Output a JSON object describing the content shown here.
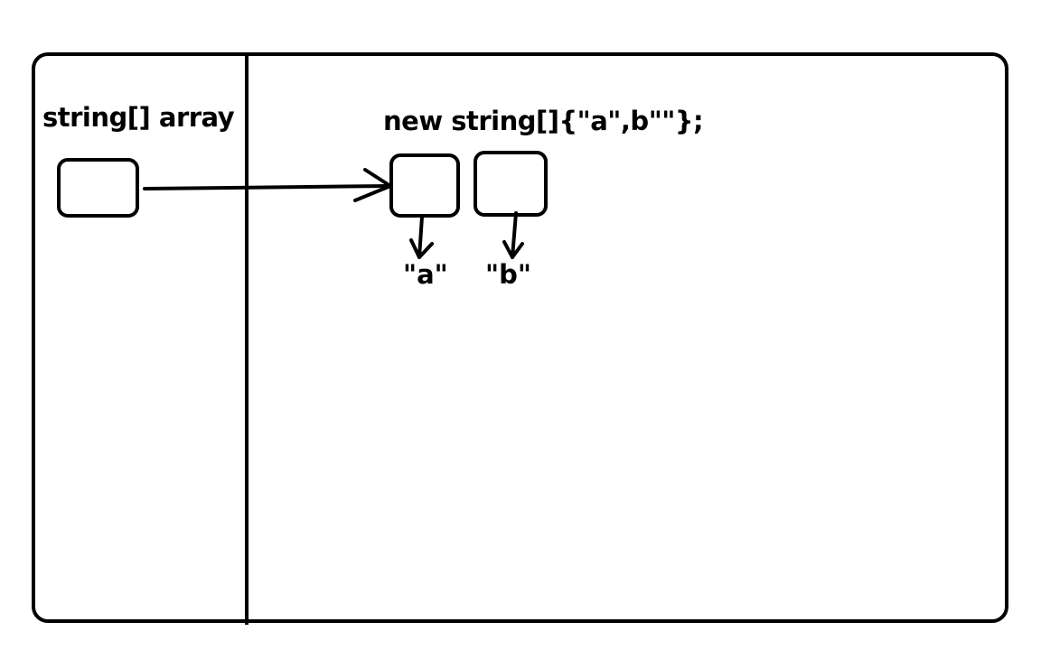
{
  "stack": {
    "label": "string[] array"
  },
  "heap": {
    "label": "new string[]{\"a\",b\"\"};",
    "elements": [
      {
        "value": "\"a\""
      },
      {
        "value": "\"b\""
      }
    ]
  },
  "colors": {
    "ink": "#000000",
    "background": "#ffffff"
  }
}
